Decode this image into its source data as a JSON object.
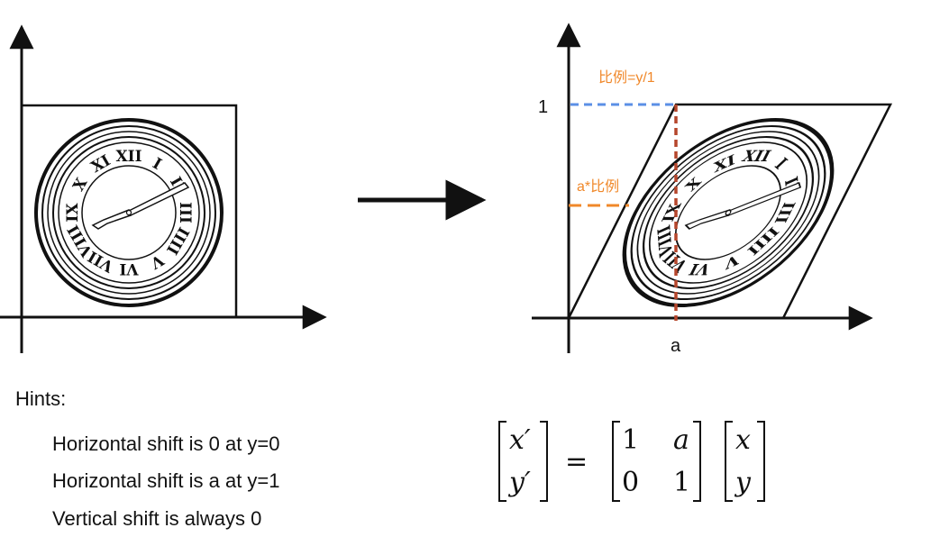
{
  "left_figure": {
    "shape": "unit square containing a clock face"
  },
  "right_figure": {
    "shape": "sheared parallelogram containing the transformed clock",
    "tick_y_label": "1",
    "tick_x_label": "a",
    "annotation_ratio": "比例=y/1",
    "annotation_offset": "a*比例",
    "colors": {
      "blue_dashed": "#5b8fe6",
      "red_dashed": "#b5462c",
      "orange_dashed": "#f0882a",
      "annotation_text": "#f0882a"
    }
  },
  "hints": {
    "title": "Hints:",
    "items": [
      "Horizontal shift is 0 at y=0",
      "Horizontal shift is a at y=1",
      "Vertical shift is always 0"
    ]
  },
  "matrix_equation": {
    "lhs": [
      "x′",
      "y′"
    ],
    "equals": "=",
    "matrix": [
      [
        "1",
        "a"
      ],
      [
        "0",
        "1"
      ]
    ],
    "rhs": [
      "x",
      "y"
    ]
  },
  "clock": {
    "numerals": [
      "XII",
      "I",
      "II",
      "III",
      "IIII",
      "V",
      "VI",
      "VII",
      "VIII",
      "IX",
      "X",
      "XI"
    ]
  }
}
